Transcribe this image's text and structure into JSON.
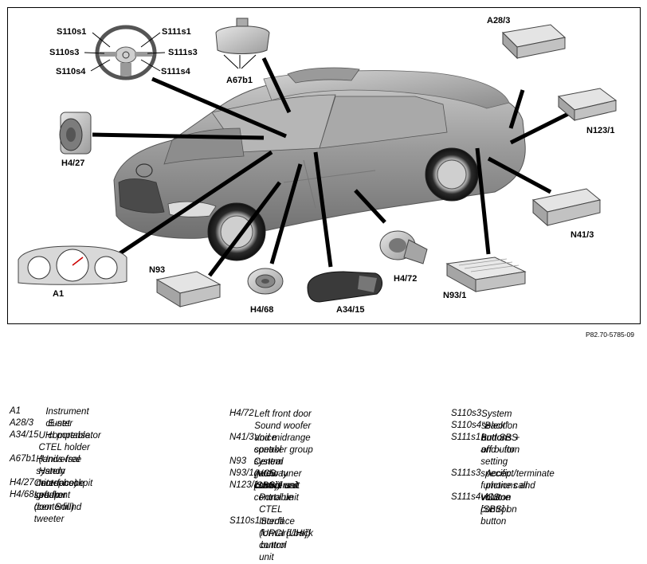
{
  "figure": {
    "labels": {
      "S110s1": "S110s1",
      "S111s1": "S111s1",
      "S110s3": "S110s3",
      "S111s3": "S111s3",
      "S110s4": "S110s4",
      "S111s4": "S111s4",
      "A67b1": "A67b1",
      "A28_3": "A28/3",
      "N123_1": "N123/1",
      "H4_27": "H4/27",
      "N41_3": "N41/3",
      "H4_72": "H4/72",
      "N93": "N93",
      "N93_1": "N93/1",
      "A1": "A1",
      "H4_68": "H4/68",
      "A34_15": "A34/15"
    },
    "reference": "P82.70-5785-09"
  },
  "legend": {
    "col1": [
      {
        "code": "A1",
        "desc": "Instrument cluster"
      },
      {
        "code": "A28/3",
        "desc": "E-net compensator"
      },
      {
        "code": "A34/15",
        "desc": "UHI portable CTEL holder\n(Universal Handy Interface)"
      },
      {
        "code": "A67b1",
        "desc": "Hands-free system microphone\ngroup"
      },
      {
        "code": "H4/27",
        "desc": "Center cockpit speaker (centerfill)"
      },
      {
        "code": "H4/68",
        "desc": "Left front door Sound tweeter"
      }
    ],
    "col2": [
      {
        "code": "H4/72",
        "desc": "Left front door Sound woofer\nand midrange speaker group"
      },
      {
        "code": "N41/3",
        "desc": "Voice control system (VCS\n[SBS]) control unit"
      },
      {
        "code": "N93",
        "desc": "Central gateway control unit"
      },
      {
        "code": "N93/1",
        "desc": "Audio tuner control unit"
      },
      {
        "code": "N123/1",
        "desc": "Universal Portable CTEL\nInterface (UPCI [UHI]) control\nunit"
      },
      {
        "code": "S110s1",
        "desc": "Scroll forward/back button"
      }
    ],
    "col3": [
      {
        "code": "S110s3",
        "desc": "System selection button"
      },
      {
        "code": "S110s4",
        "desc": "\"Back\" and SBS off button"
      },
      {
        "code": "S111s1",
        "desc": "Buttons + and - for setting\nspecific functions and volume\ncontrol"
      },
      {
        "code": "S111s3",
        "desc": "Accept/terminate phone call\nbutton"
      },
      {
        "code": "S111s4",
        "desc": "VCS [SBS] on button"
      }
    ]
  }
}
